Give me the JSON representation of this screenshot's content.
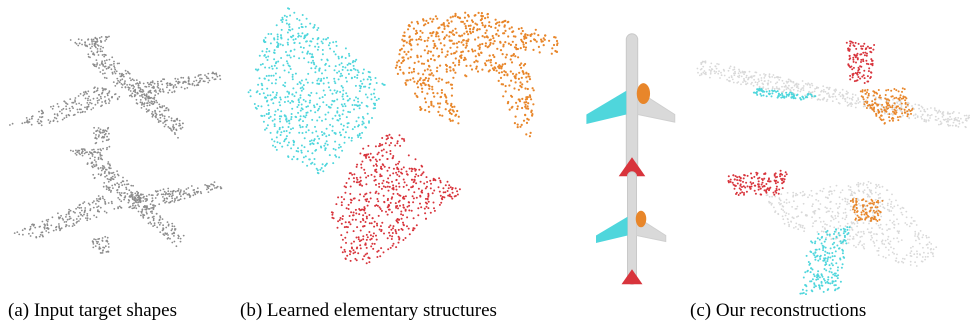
{
  "figure": {
    "captions": {
      "a": "(a) Input target shapes",
      "b": "(b) Learned elementary structures",
      "c": "(c) Our reconstructions"
    },
    "panels": {
      "a": {
        "content": "Two grey point-cloud airplanes"
      },
      "b": {
        "content": "Three learned elementary point structures"
      },
      "c": {
        "content": "Four reconstructed airplanes with colored parts"
      }
    },
    "colors": {
      "input_points": "#8c8c8c",
      "structure_cyan": "#4fd6dc",
      "structure_orange": "#e8862a",
      "structure_red": "#d8343c",
      "reconstruction_body": "#d9d9d9"
    }
  }
}
